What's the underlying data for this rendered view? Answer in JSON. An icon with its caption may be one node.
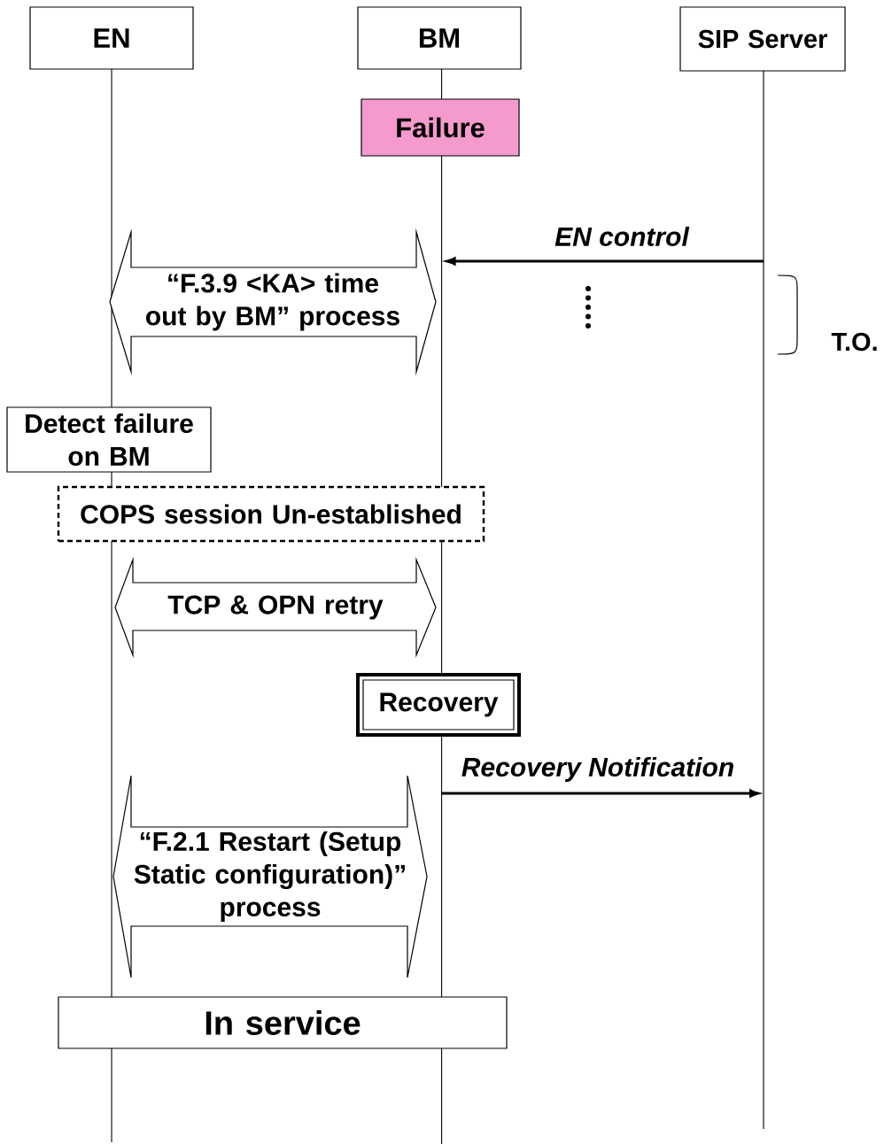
{
  "diagram": {
    "nodes": [
      {
        "text": [
          "EN"
        ]
      },
      {
        "text": [
          "BM"
        ]
      },
      {
        "text": [
          "SIP Server"
        ]
      },
      {
        "text": [
          "Failure"
        ]
      },
      {
        "text": [
          "“F.3.9 <KA> time out by BM” process"
        ]
      },
      {
        "text": [
          "Detect failure on BM"
        ]
      },
      {
        "text": [
          "COPS session Un-established"
        ]
      },
      {
        "text": [
          "TCP & OPN retry"
        ]
      },
      {
        "text": [
          "Recovery"
        ]
      },
      {
        "text": [
          "“F.2.1 Restart (Setup Static configuration)” process"
        ]
      },
      {
        "text": [
          "In service"
        ]
      },
      {
        "text": [],
        "shape": "line"
      },
      {
        "text": [],
        "shape": "line"
      },
      {
        "text": [],
        "shape": "line"
      }
    ],
    "edges": [
      {
        "from": 13,
        "to": 12,
        "arrow": "to",
        "label": "EN control"
      },
      {
        "from": 12,
        "to": 13,
        "arrow": "to",
        "label": "Recovery Notification"
      }
    ],
    "labels": [
      "T.O."
    ]
  }
}
